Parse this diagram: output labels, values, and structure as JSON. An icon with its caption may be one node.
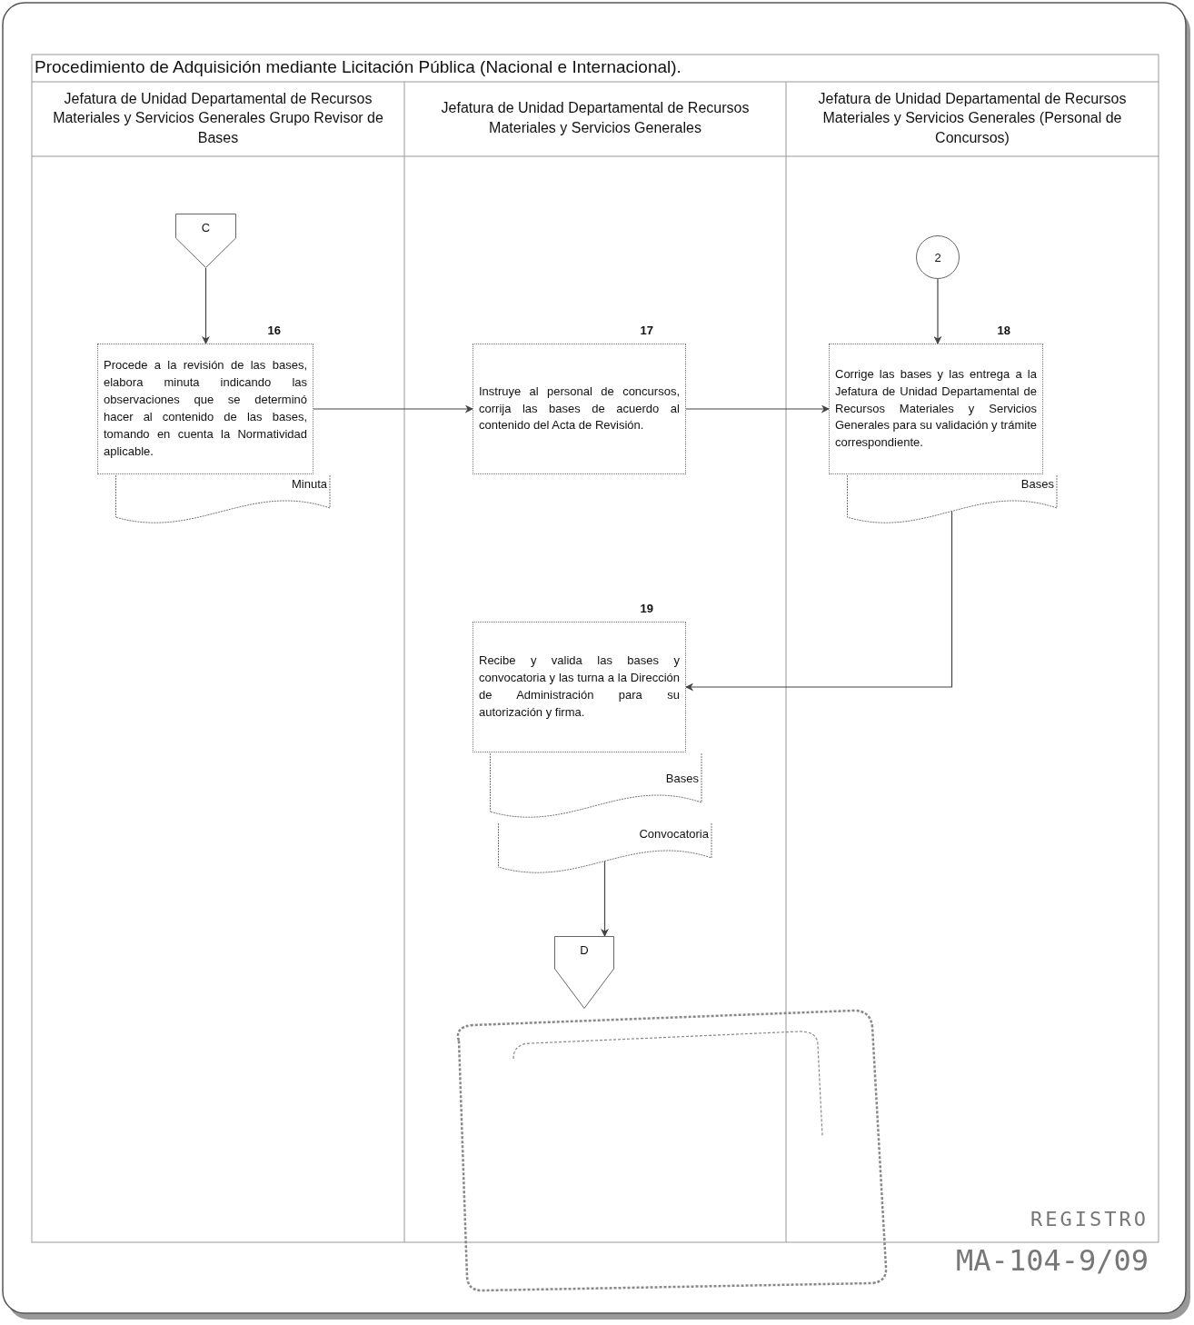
{
  "diagram": {
    "title": "Procedimiento de Adquisición mediante Licitación Pública (Nacional e Internacional).",
    "nodes": [
      {
        "text": [
          "Jefatura de Unidad Departamental de Recursos Materiales y Servicios Generales Grupo Revisor de Bases"
        ]
      },
      {
        "text": [
          "Jefatura de Unidad Departamental de Recursos Materiales y Servicios Generales"
        ]
      },
      {
        "text": [
          "Jefatura de Unidad Departamental de Recursos Materiales y Servicios Generales (Personal de Concursos)"
        ]
      },
      {
        "text": [
          "C"
        ],
        "in": 0
      },
      {
        "text": [
          "Procede a la revisión de las bases, elabora minuta indicando las observaciones que se determinó hacer al contenido de las bases, tomando en cuenta la Normatividad aplicable."
        ],
        "beside": [
          "16"
        ],
        "in": 0
      },
      {
        "text": [
          "Minuta"
        ],
        "in": 0
      },
      {
        "text": [
          "Instruye al personal de concursos, corrija las bases de acuerdo al contenido del Acta de Revisión."
        ],
        "beside": [
          "17"
        ],
        "in": 1
      },
      {
        "text": [
          "2"
        ],
        "in": 2
      },
      {
        "text": [
          "Corrige las bases y las entrega a la Jefatura de Unidad Departamental de Recursos Materiales y Servicios Generales para su validación y trámite correspondiente."
        ],
        "beside": [
          "18"
        ],
        "in": 2
      },
      {
        "text": [
          "Bases"
        ],
        "in": 2
      },
      {
        "text": [
          "Recibe y valida las bases y convocatoria y las turna a la Dirección de Administración para su autorización y firma."
        ],
        "beside": [
          "19"
        ],
        "in": 1
      },
      {
        "text": [
          "Bases"
        ],
        "in": 1
      },
      {
        "text": [
          "Convocatoria"
        ],
        "in": 1
      },
      {
        "text": [
          "D"
        ],
        "in": 1
      }
    ],
    "edges": [
      {
        "from": 3,
        "to": 4,
        "arrow": "to"
      },
      {
        "from": 4,
        "to": 6,
        "arrow": "to"
      },
      {
        "from": 6,
        "to": 8,
        "arrow": "to"
      },
      {
        "from": 7,
        "to": 8,
        "arrow": "to"
      },
      {
        "from": 9,
        "to": 10,
        "arrow": "to"
      },
      {
        "from": 12,
        "to": 13,
        "arrow": "to"
      }
    ],
    "labels": [
      "REGISTRO",
      "MA-104-9/09"
    ]
  }
}
